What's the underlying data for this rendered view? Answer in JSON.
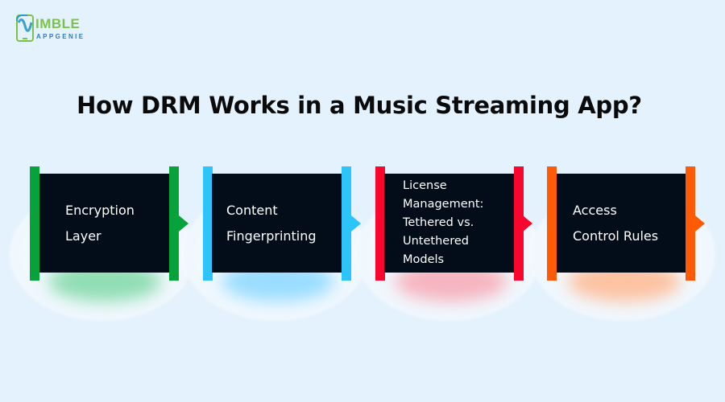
{
  "logo": {
    "brand_mark": "N",
    "wordmark": "IMBLE",
    "subtitle": "APPGENIE",
    "colors": {
      "primary": "#7cc24a",
      "secondary": "#2b7bc7"
    }
  },
  "title": "How DRM Works in a Music Streaming App?",
  "steps": [
    {
      "lines": [
        "Encryption",
        "Layer"
      ],
      "color": "#07a33a",
      "glow": "#6fd49a"
    },
    {
      "lines": [
        "Content",
        "Fingerprinting"
      ],
      "color": "#2dc3fb",
      "glow": "#8ad8ff"
    },
    {
      "lines": [
        "License",
        "Management:",
        "Tethered vs.",
        "Untethered",
        "Models"
      ],
      "color": "#f9062e",
      "glow": "#f7a3b0"
    },
    {
      "lines": [
        "Access",
        "Control Rules"
      ],
      "color": "#ff5a06",
      "glow": "#ffb48a"
    }
  ],
  "box_color": "#020d19",
  "background": "#e4f2fd"
}
